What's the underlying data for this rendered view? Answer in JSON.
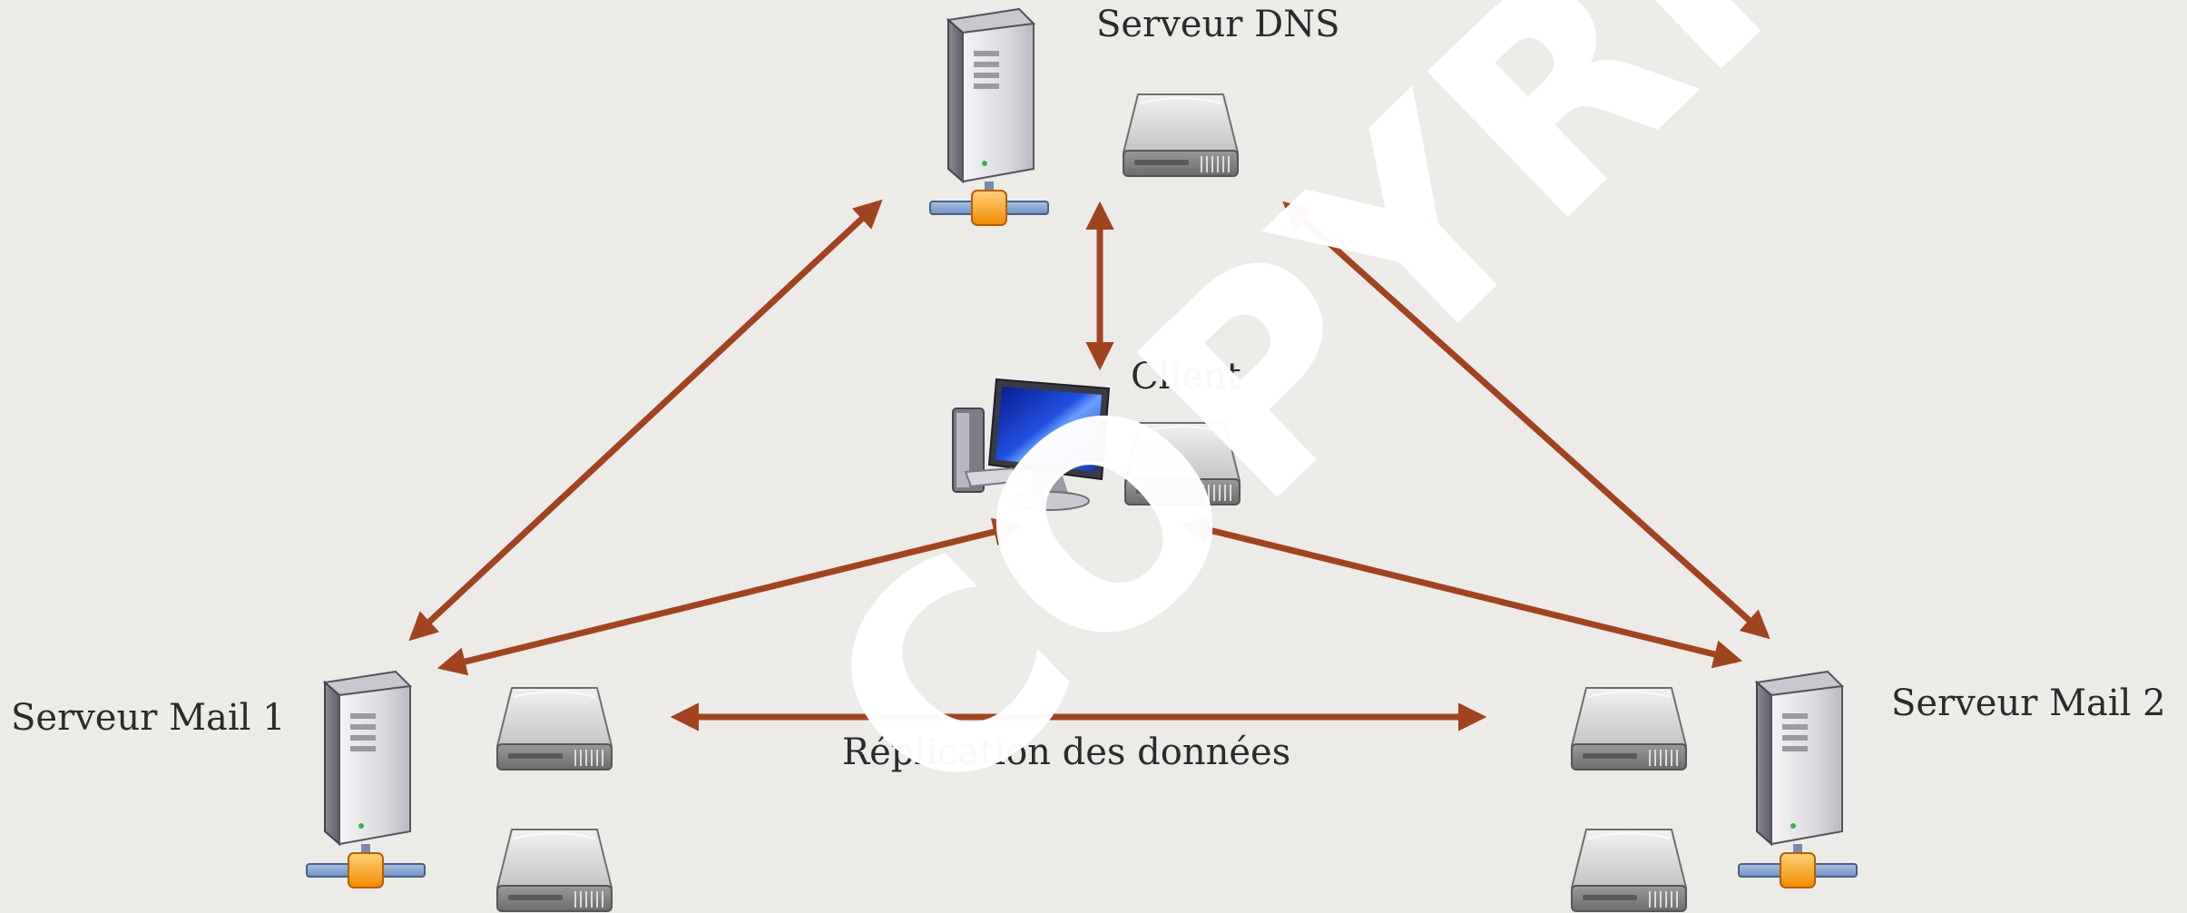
{
  "nodes": {
    "dns": {
      "label": "Serveur DNS"
    },
    "client": {
      "label": "Client"
    },
    "mail1": {
      "label": "Serveur Mail 1"
    },
    "mail2": {
      "label": "Serveur Mail 2"
    }
  },
  "replication": {
    "label": "Réplication des données"
  },
  "watermark": {
    "text": "COPYRIGHT"
  },
  "colors": {
    "arrow": "#a0441f",
    "background": "#ecebe8",
    "watermark": "#ffffff",
    "connector": "#f5a623"
  },
  "icons": [
    "server-icon",
    "hard-drive-icon",
    "desktop-computer-icon",
    "network-connector-icon"
  ]
}
